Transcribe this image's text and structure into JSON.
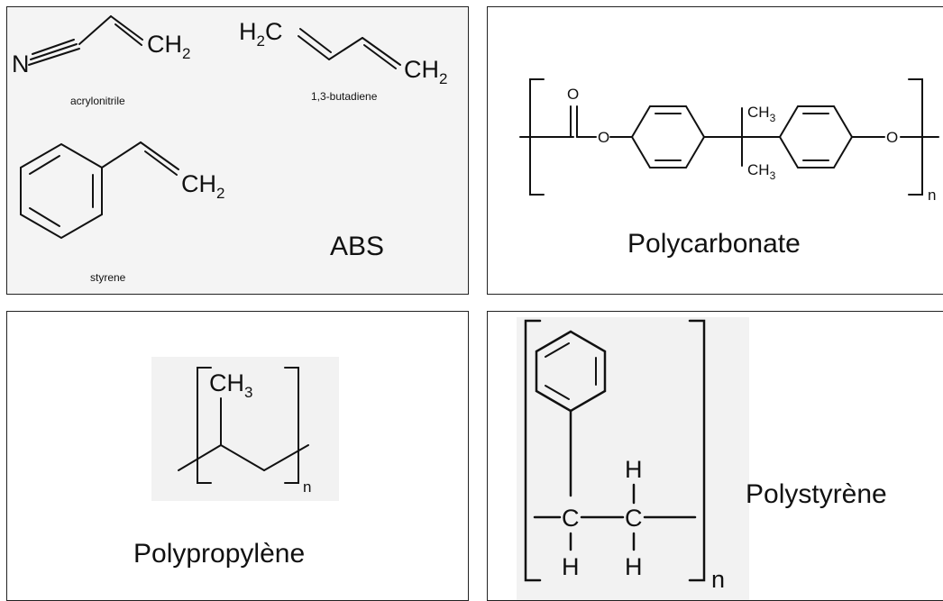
{
  "panels": {
    "abs": {
      "title": "ABS",
      "molecules": {
        "acrylonitrile": {
          "label": "acrylonitrile",
          "n": "N",
          "ch": "CH",
          "sub": "2"
        },
        "butadiene": {
          "label": "1,3-butadiene",
          "h": "H",
          "sub_left": "2",
          "c": "C",
          "ch": "CH",
          "sub_right": "2"
        },
        "styrene": {
          "label": "styrene",
          "ch": "CH",
          "sub": "2"
        }
      }
    },
    "polycarbonate": {
      "title": "Polycarbonate",
      "atoms": {
        "carbonyl_o": "O",
        "ester_o": "O",
        "ether_o": "O",
        "ch_top": "CH",
        "sub_top": "3",
        "ch_bottom": "CH",
        "sub_bottom": "3",
        "n": "n"
      }
    },
    "polypropylene": {
      "title": "Polypropylène",
      "atoms": {
        "ch": "CH",
        "sub": "3",
        "n": "n"
      }
    },
    "polystyrene": {
      "title": "Polystyrène",
      "atoms": {
        "c_left": "C",
        "c_right": "C",
        "h_top": "H",
        "h_bottom_left": "H",
        "h_bottom_right": "H",
        "n": "n"
      }
    }
  }
}
